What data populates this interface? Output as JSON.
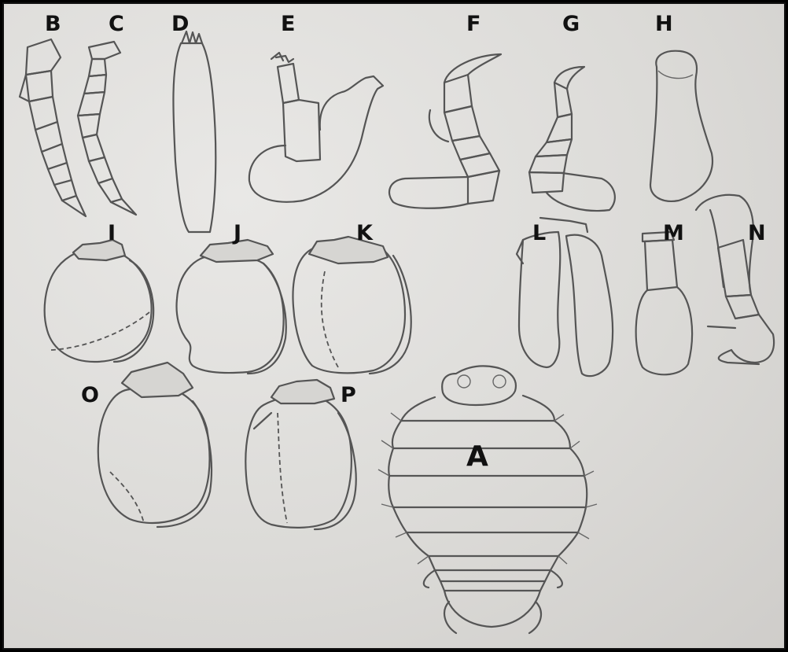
{
  "figure": {
    "labels": [
      "A",
      "B",
      "C",
      "D",
      "E",
      "F",
      "G",
      "H",
      "I",
      "J",
      "K",
      "L",
      "M",
      "N",
      "O",
      "P"
    ]
  },
  "colors": {
    "paper": "#dcdbd8",
    "ink": "#555555",
    "label": "#111111"
  }
}
